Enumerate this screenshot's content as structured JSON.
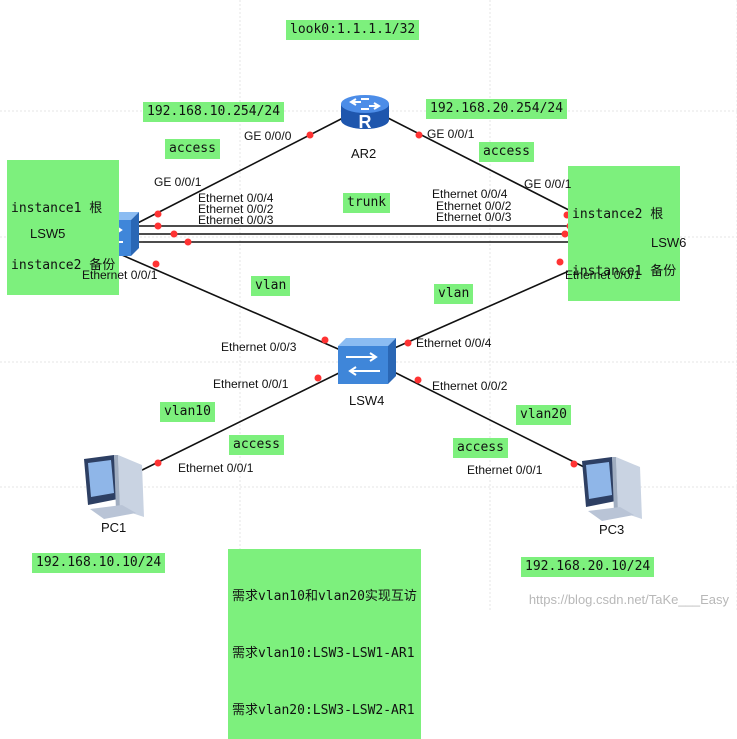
{
  "loopback": "look0:1.1.1.1/32",
  "ip_ar2_left": "192.168.10.254/24",
  "ip_ar2_right": "192.168.20.254/24",
  "lsw5_note": [
    "instance1 根",
    "instance2 备份"
  ],
  "lsw6_note": [
    "instance2 根",
    "instance1 备份"
  ],
  "link_modes": {
    "ar2_lsw5": "access",
    "ar2_lsw6": "access",
    "lsw5_lsw6": "trunk",
    "lsw5_lsw4": "vlan",
    "lsw6_lsw4": "vlan",
    "lsw4_pc1_vlan": "vlan10",
    "lsw4_pc1_mode": "access",
    "lsw4_pc3_vlan": "vlan20",
    "lsw4_pc3_mode": "access"
  },
  "devices": {
    "ar2": "AR2",
    "lsw5": "LSW5",
    "lsw6": "LSW6",
    "lsw4": "LSW4",
    "pc1": "PC1",
    "pc3": "PC3"
  },
  "ports": {
    "ar2_left": "GE 0/0/0",
    "ar2_right": "GE 0/0/1",
    "lsw5_ge": "GE 0/0/1",
    "lsw5_e4": "Ethernet 0/0/4",
    "lsw5_e2": "Ethernet 0/0/2",
    "lsw5_e3": "Ethernet 0/0/3",
    "lsw5_e1": "Ethernet 0/0/1",
    "lsw6_ge": "GE 0/0/1",
    "lsw6_e4": "Ethernet 0/0/4",
    "lsw6_e2": "Ethernet 0/0/2",
    "lsw6_e3": "Ethernet 0/0/3",
    "lsw6_e1": "Ethernet 0/0/1",
    "lsw4_e3": "Ethernet 0/0/3",
    "lsw4_e4": "Ethernet 0/0/4",
    "lsw4_e1": "Ethernet 0/0/1",
    "lsw4_e2": "Ethernet 0/0/2",
    "pc1_e1": "Ethernet 0/0/1",
    "pc3_e1": "Ethernet 0/0/1"
  },
  "ip_pc1": "192.168.10.10/24",
  "ip_pc3": "192.168.20.10/24",
  "requirements": [
    "需求vlan10和vlan20实现互访",
    "需求vlan10:LSW3-LSW1-AR1",
    "需求vlan20:LSW3-LSW2-AR1"
  ],
  "watermark": "https://blog.csdn.net/TaKe___Easy",
  "colors": {
    "tag_bg": "#7df07d",
    "link": "#111111",
    "port_dot": "#ff3333",
    "router": "#2e6fd6",
    "switch": "#4a8fd8"
  }
}
